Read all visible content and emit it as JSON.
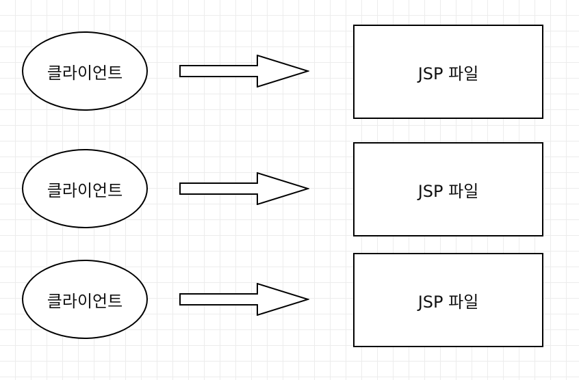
{
  "diagram": {
    "rows": [
      {
        "client_label": "클라이언트",
        "target_label": "JSP 파일"
      },
      {
        "client_label": "클라이언트",
        "target_label": "JSP 파일"
      },
      {
        "client_label": "클라이언트",
        "target_label": "JSP 파일"
      }
    ]
  },
  "colors": {
    "stroke": "#000000",
    "fill": "#ffffff",
    "grid": "#e6e6e6"
  },
  "icons": {
    "connector": "block-arrow-right-icon"
  }
}
